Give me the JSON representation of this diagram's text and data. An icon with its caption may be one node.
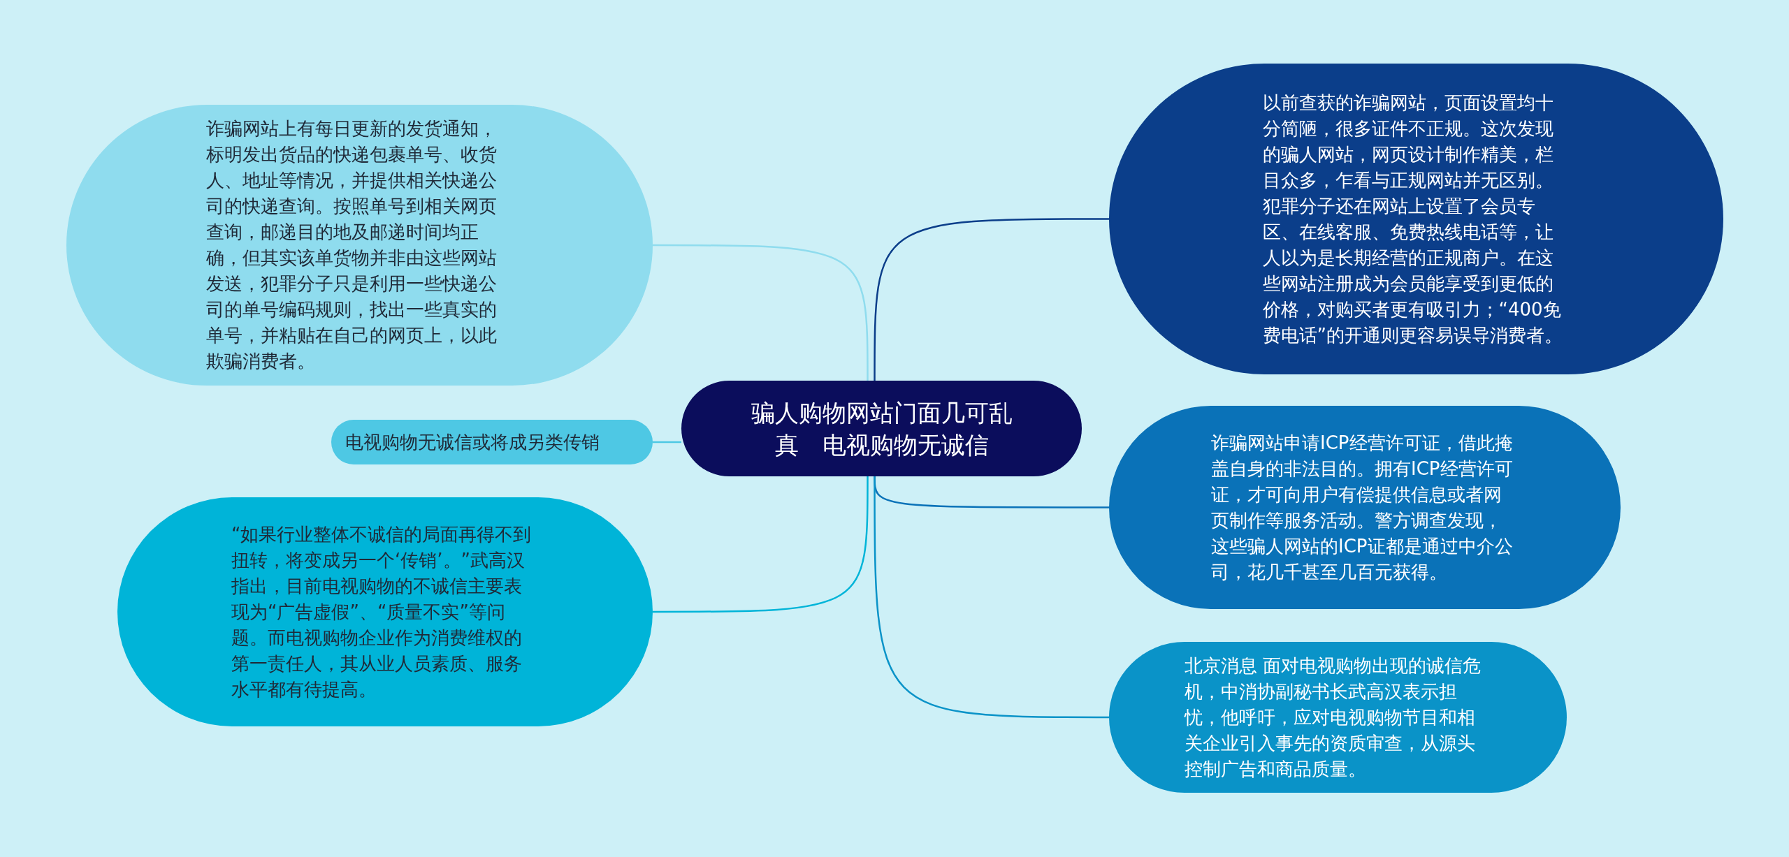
{
  "diagram": {
    "nodes": [
      {
        "text": [
          "骗人购物网站门面几可乱真　电视购物无诚信"
        ]
      },
      {
        "text": [
          "诈骗网站上有每日更新的发货通知，标明发出货品的快递包裹单号、收货人、地址等情况，并提供相关快递公司的快递查询。按照单号到相关网页查询，邮递目的地及邮递时间均正确，但其实该单货物并非由这些网站发送，犯罪分子只是利用一些快递公司的单号编码规则，找出一些真实的单号，并粘贴在自己的网页上，以此欺骗消费者。"
        ]
      },
      {
        "text": [
          "电视购物无诚信或将成另类传销"
        ]
      },
      {
        "text": [
          "“如果行业整体不诚信的局面再得不到扭转，将变成另一个‘传销’。”武高汉指出，目前电视购物的不诚信主要表现为“广告虚假”、“质量不实”等问题。而电视购物企业作为消费维权的第一责任人，其从业人员素质、服务水平都有待提高。"
        ]
      },
      {
        "text": [
          "以前查获的诈骗网站，页面设置均十分简陋，很多证件不正规。这次发现的骗人网站，网页设计制作精美，栏目众多，乍看与正规网站并无区别。犯罪分子还在网站上设置了会员专区、在线客服、免费热线电话等，让人以为是长期经营的正规商户。在这些网站注册成为会员能享受到更低的价格，对购买者更有吸引力；“400免费电话”的开通则更容易误导消费者。"
        ]
      },
      {
        "text": [
          "诈骗网站申请ICP经营许可证，借此掩盖自身的非法目的。拥有ICP经营许可证，才可向用户有偿提供信息或者网页制作等服务活动。警方调查发现，这些骗人网站的ICP证都是通过中介公司，花几千甚至几百元获得。"
        ]
      },
      {
        "text": [
          "北京消息 面对电视购物出现的诚信危机，中消协副秘书长武高汉表示担忧，他呼吁，应对电视购物节目和相关企业引入事先的资质审查，从源头控制广告和商品质量。"
        ]
      }
    ],
    "edges": [
      {
        "from": 0,
        "to": 1,
        "arrow": "none",
        "color": "#8fdcee"
      },
      {
        "from": 0,
        "to": 2,
        "arrow": "none",
        "color": "#4ec8e4"
      },
      {
        "from": 0,
        "to": 3,
        "arrow": "none",
        "color": "#00b4d8"
      },
      {
        "from": 0,
        "to": 4,
        "arrow": "none",
        "color": "#0b3e8a"
      },
      {
        "from": 0,
        "to": 5,
        "arrow": "none",
        "color": "#0a72b8"
      },
      {
        "from": 0,
        "to": 6,
        "arrow": "none",
        "color": "#0a93c8"
      }
    ]
  }
}
